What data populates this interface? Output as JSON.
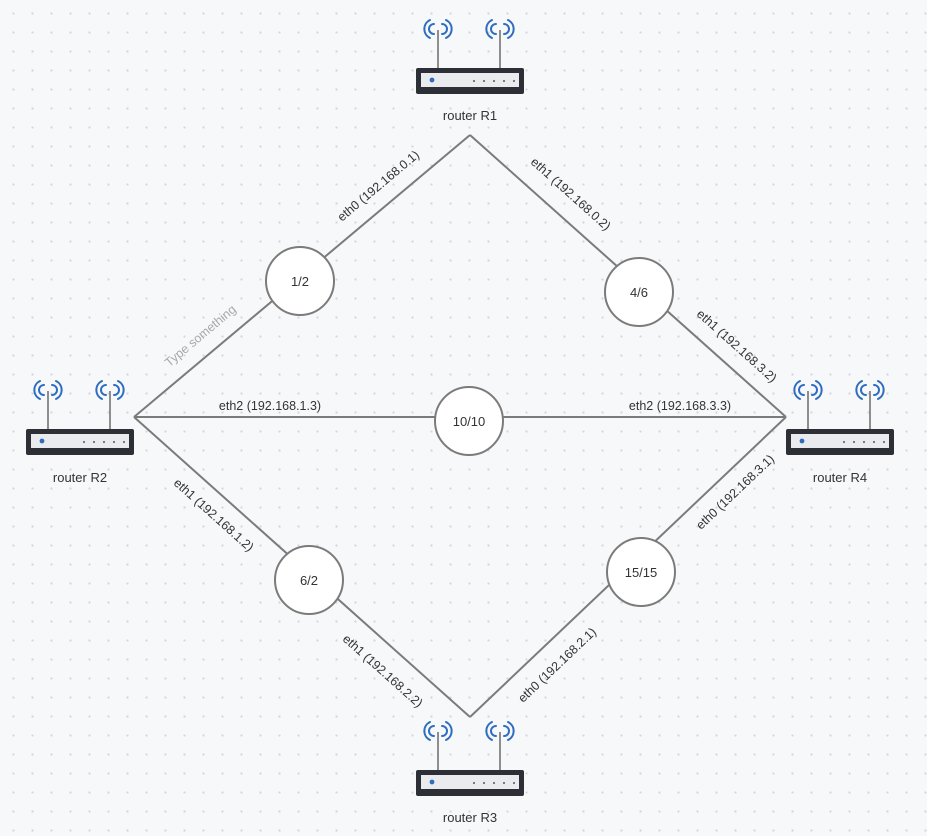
{
  "routers": {
    "r1": {
      "label": "router R1"
    },
    "r2": {
      "label": "router R2"
    },
    "r3": {
      "label": "router R3"
    },
    "r4": {
      "label": "router R4"
    }
  },
  "links": {
    "r1_r2": {
      "iface_label": "eth0 (192.168.0.1)",
      "counter": "1/2"
    },
    "r1_r4": {
      "iface_label": "eth1 (192.168.0.2)",
      "counter": "4/6"
    },
    "r4_r1_iface": "eth1 (192.168.3.2)",
    "r2_r4": {
      "left_label": "eth2 (192.168.1.3)",
      "right_label": "eth2 (192.168.3.3)",
      "counter": "10/10"
    },
    "r2_r3": {
      "iface_label": "eth1 (192.168.1.2)",
      "counter": "6/2"
    },
    "r3_r2_iface": "eth1 (192.168.2.2)",
    "r3_r4": {
      "iface_label": "eth0 (192.168.2.1)",
      "counter": "15/15"
    },
    "r4_r3_iface": "eth0 (192.168.3.1)"
  },
  "placeholder_text": "Type something",
  "colors": {
    "wifi_wave": "#2f6dbf",
    "router_body": "#2c2f35",
    "link_line": "#7b7b7b",
    "background": "#f7f8fa"
  },
  "icons": {
    "router": "router-wifi-icon"
  }
}
